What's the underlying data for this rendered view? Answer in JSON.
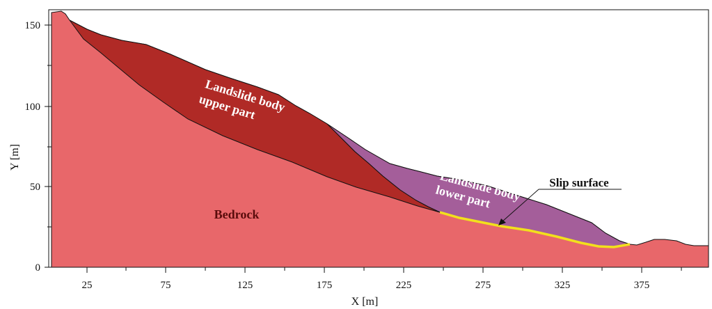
{
  "diagram": {
    "x_axis": {
      "title": "X [m]",
      "ticks": [
        "25",
        "75",
        "125",
        "175",
        "225",
        "275",
        "325",
        "375"
      ]
    },
    "y_axis": {
      "title": "Y [m]",
      "ticks": [
        "0",
        "50",
        "100",
        "150"
      ]
    },
    "labels": {
      "upper_line1": "Landslide body",
      "upper_line2": "upper part",
      "lower_line1": "Landslide body",
      "lower_line2": "lower part",
      "bedrock": "Bedrock",
      "slip_surface": "Slip surface"
    },
    "colors": {
      "bedrock": "#e8676a",
      "upper_body": "#b02a26",
      "lower_body": "#a45e9a",
      "slip_surface": "#f2e01c",
      "outline": "#111111",
      "upper_label_text": "#ffffff",
      "lower_label_text": "#ffffff",
      "bedrock_label_text": "#5a0c0c",
      "slip_label_text": "#111111"
    }
  }
}
